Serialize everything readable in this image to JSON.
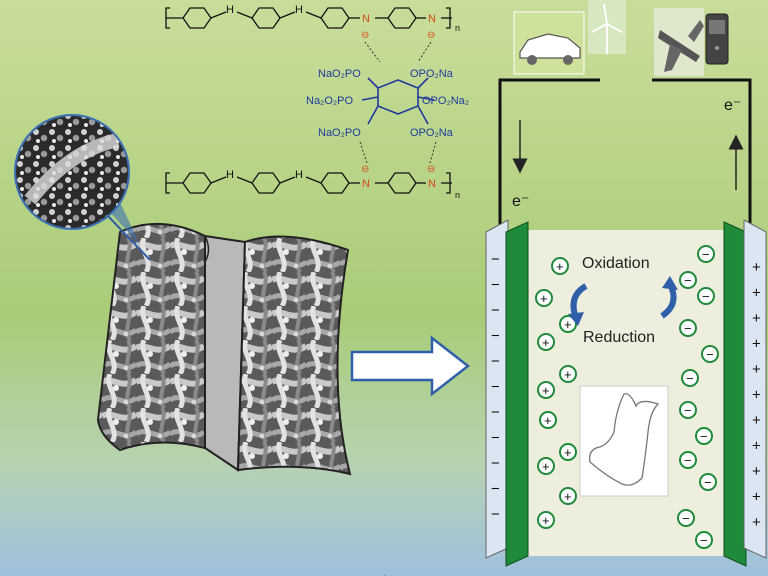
{
  "colors": {
    "bg_top": "#c9dd9b",
    "bg_mid": "#a9cc78",
    "bg_bottom": "#9fc0df",
    "electrode_green": "#1e8a3a",
    "electrolyte": "#eeeede",
    "collector": "#dbe6f2",
    "phosphate_blue": "#1f3a9c",
    "nitrogen_red": "#d84a1a",
    "arrow_blue": "#2f5fa8"
  },
  "molecule": {
    "n_top": "n",
    "n_bottom": "n",
    "h_labels": [
      "H",
      "H",
      "H",
      "H"
    ],
    "charge": "⊖",
    "nitrogen": "N",
    "substituents": {
      "top_left": "NaO₂PO",
      "top_right": "OPO₂Na",
      "mid_left": "Na₂O₂PO",
      "mid_right": "OPO₂Na₂",
      "low_left": "NaO₂PO",
      "low_right": "OPO₂Na"
    }
  },
  "cell": {
    "electron_left": "e⁻",
    "electron_right": "e⁻",
    "oxidation_label": "Oxidation",
    "reduction_label": "Reduction",
    "plus": "+",
    "minus": "−",
    "cation_symbol": "+",
    "anion_symbol": "−"
  },
  "icons": [
    "car-icon",
    "wind-turbine-icon",
    "airplane-icon",
    "phone-icon"
  ]
}
